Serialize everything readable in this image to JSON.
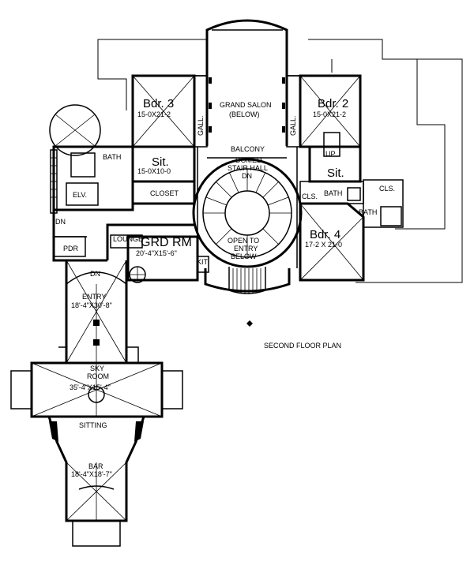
{
  "plan_title": "SECOND FLOOR PLAN",
  "rooms": {
    "bdr3": {
      "name": "Bdr. 3",
      "size": "15-0X21-2"
    },
    "bdr2": {
      "name": "Bdr. 2",
      "size": "15-0X21-2"
    },
    "grand_salon": {
      "name": "GRAND SALON",
      "note": "(BELOW)"
    },
    "balcony": {
      "name": "BALCONY"
    },
    "gall_left": {
      "name": "GALL."
    },
    "gall_right": {
      "name": "GALL."
    },
    "sit_left": {
      "name": "Sit.",
      "size": "15-0X10-0"
    },
    "sit_right": {
      "name": "Sit."
    },
    "domed_stair": {
      "name1": "DOMED",
      "name2": "STAIR HALL",
      "dn": "DN"
    },
    "bath_left": {
      "name": "BATH"
    },
    "closet": {
      "name": "CLOSET"
    },
    "elv": {
      "name": "ELV."
    },
    "cls_left": {
      "name": "CLS."
    },
    "bath_right": {
      "name": "BATH"
    },
    "cls_right": {
      "name": "CLS."
    },
    "bath_far": {
      "name": "BATH"
    },
    "up": {
      "name": "UP"
    },
    "bdr4": {
      "name": "Bdr. 4",
      "size": "17-2 X 21-0"
    },
    "grd_rm": {
      "name": "GRD RM",
      "size": "20'-4\"X15'-6\""
    },
    "lounge": {
      "name": "LOUNGE"
    },
    "kit": {
      "name": "KIT"
    },
    "open_to_entry": {
      "l1": "OPEN TO",
      "l2": "ENTRY",
      "l3": "BELOW"
    },
    "pdr": {
      "name": "PDR"
    },
    "dn_left": {
      "name": "DN"
    },
    "entry": {
      "name": "ENTRY",
      "size": "18'-4\"X30'-8\"",
      "dn": "DN"
    },
    "sky_room": {
      "name1": "SKY",
      "name2": "ROOM",
      "size": "35'-4\"X15'-4\""
    },
    "sitting": {
      "name": "SITTING"
    },
    "bar": {
      "name": "BAR",
      "size": "18'-4\"X18'-7\""
    }
  }
}
